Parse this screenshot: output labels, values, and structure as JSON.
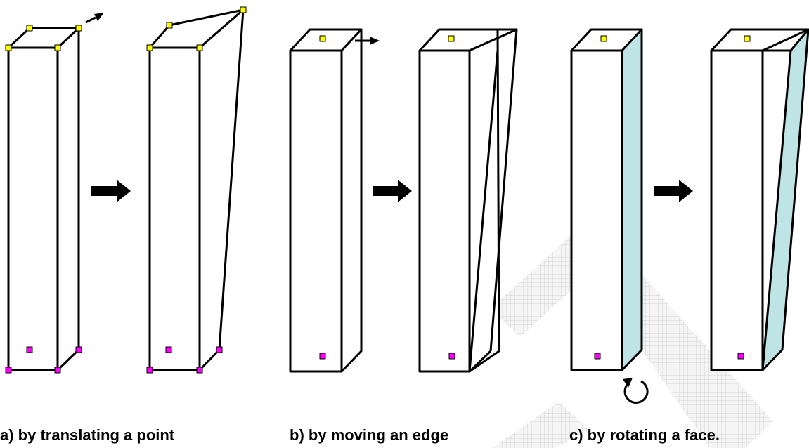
{
  "captions": {
    "a": "a) by translating a point",
    "b": "b) by moving an edge",
    "c": "c) by rotating a face."
  },
  "colors": {
    "stroke": "#000000",
    "vertex_top": "#ffff00",
    "vertex_bottom": "#ff00ff",
    "face_fill": "#bfe4e6",
    "watermark": "#dcdcdc"
  },
  "icons": [
    "move-arrow-icon",
    "transform-arrow-icon",
    "rotate-icon"
  ]
}
